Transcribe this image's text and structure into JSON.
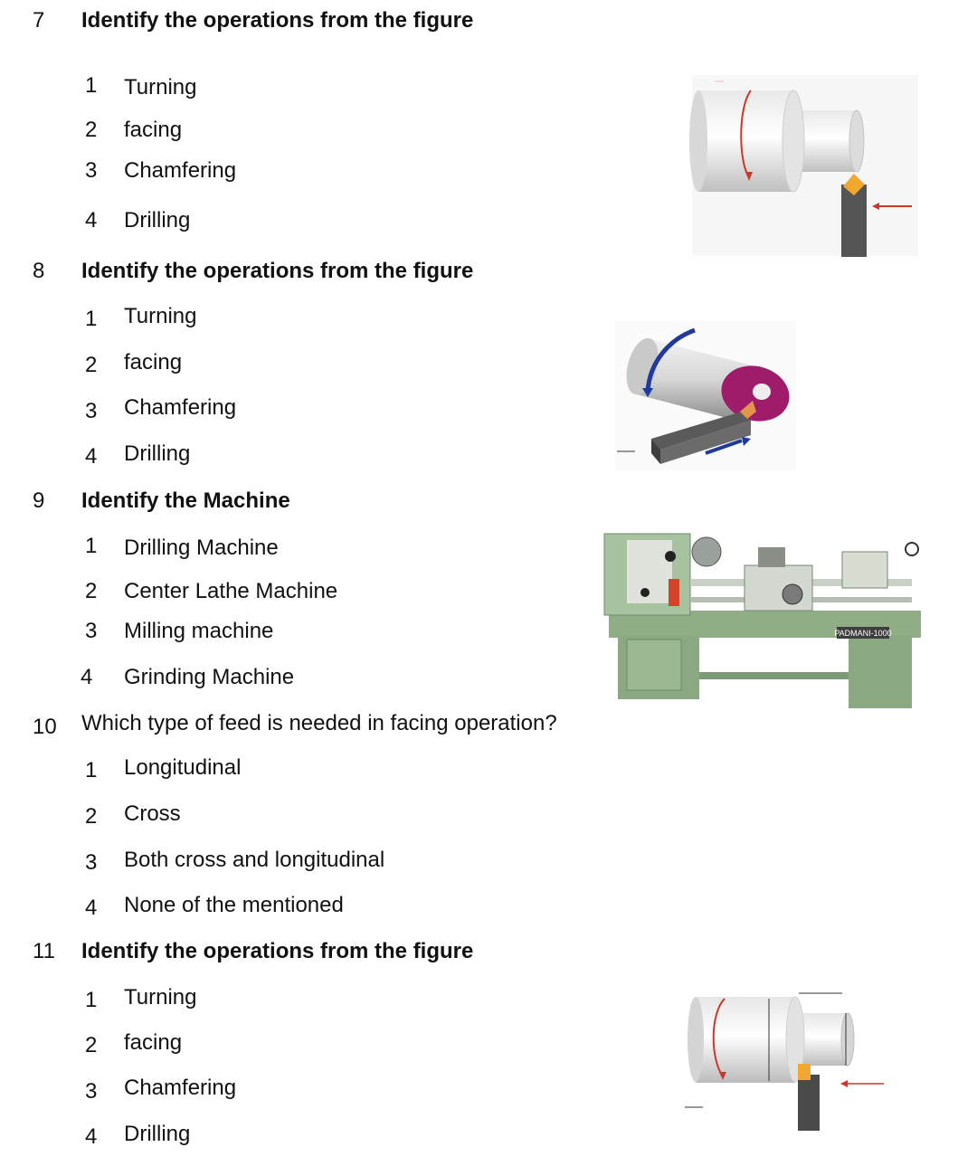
{
  "questions": [
    {
      "number": "7",
      "text": "Identify the operations from the figure",
      "options": [
        {
          "num": "1",
          "text": "Turning"
        },
        {
          "num": "2",
          "text": "facing"
        },
        {
          "num": "3",
          "text": "Chamfering"
        },
        {
          "num": "4",
          "text": "Drilling"
        }
      ]
    },
    {
      "number": "8",
      "text": "Identify the operations from the figure",
      "options": [
        {
          "num": "1",
          "text": "Turning"
        },
        {
          "num": "2",
          "text": "facing"
        },
        {
          "num": "3",
          "text": "Chamfering"
        },
        {
          "num": "4",
          "text": "Drilling"
        }
      ]
    },
    {
      "number": "9",
      "text": "Identify the Machine",
      "options": [
        {
          "num": "1",
          "text": "Drilling Machine"
        },
        {
          "num": "2",
          "text": "Center Lathe Machine"
        },
        {
          "num": "3",
          "text": "Milling machine"
        },
        {
          "num": "4",
          "text": "Grinding Machine"
        }
      ]
    },
    {
      "number": "10",
      "text": "Which type of feed is needed in facing operation?",
      "options": [
        {
          "num": "1",
          "text": "Longitudinal"
        },
        {
          "num": "2",
          "text": "Cross"
        },
        {
          "num": "3",
          "text": "Both cross and longitudinal"
        },
        {
          "num": "4",
          "text": "None of the mentioned"
        }
      ]
    },
    {
      "number": "11",
      "text": "Identify the operations from the figure",
      "options": [
        {
          "num": "1",
          "text": "Turning"
        },
        {
          "num": "2",
          "text": "facing"
        },
        {
          "num": "3",
          "text": "Chamfering"
        },
        {
          "num": "4",
          "text": "Drilling"
        }
      ]
    }
  ],
  "figures": {
    "machine_plate": "PADMANI-1000"
  }
}
